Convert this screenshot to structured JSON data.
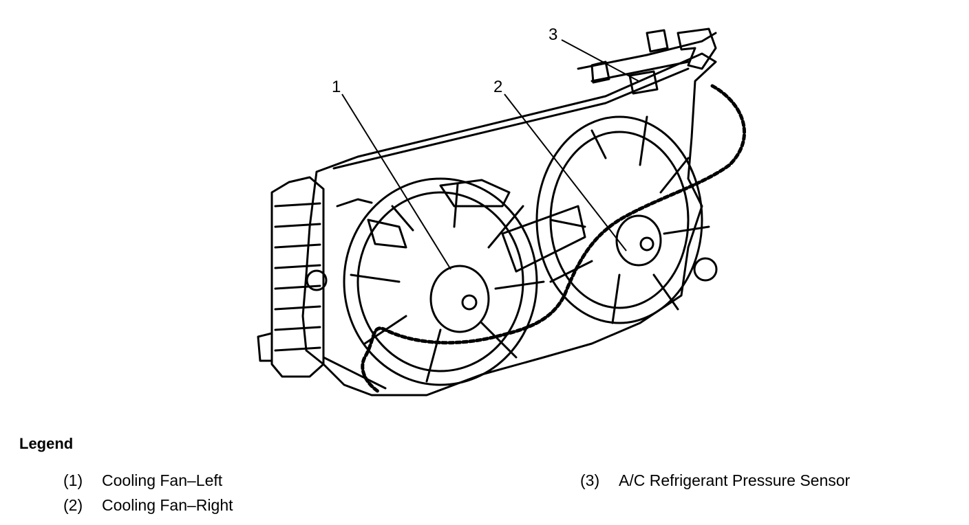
{
  "callouts": [
    "1",
    "2",
    "3"
  ],
  "legend": {
    "title": "Legend",
    "items": [
      {
        "number": "(1)",
        "label": "Cooling Fan–Left"
      },
      {
        "number": "(2)",
        "label": "Cooling Fan–Right"
      },
      {
        "number": "(3)",
        "label": "A/C Refrigerant Pressure Sensor"
      }
    ]
  }
}
